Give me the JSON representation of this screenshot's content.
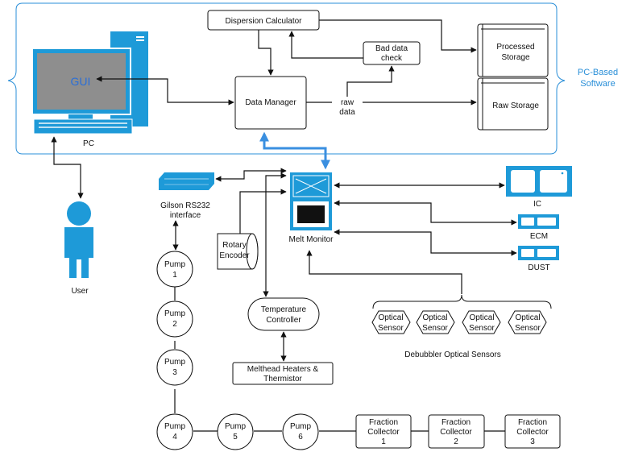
{
  "software_group": {
    "label_line1": "PC-Based",
    "label_line2": "Software"
  },
  "pc": {
    "screen_text": "GUI",
    "label": "PC"
  },
  "user": {
    "label": "User"
  },
  "dispersion_calculator": {
    "label": "Dispersion Calculator"
  },
  "bad_data_check": {
    "line1": "Bad data",
    "line2": "check"
  },
  "data_manager": {
    "label": "Data Manager"
  },
  "raw_data": {
    "line1": "raw",
    "line2": "data"
  },
  "processed_storage": {
    "line1": "Processed",
    "line2": "Storage"
  },
  "raw_storage": {
    "label": "Raw Storage"
  },
  "gilson": {
    "line1": "Gilson RS232",
    "line2": "interface"
  },
  "rotary_encoder": {
    "line1": "Rotary",
    "line2": "Encoder"
  },
  "melt_monitor": {
    "label": "Melt Monitor"
  },
  "ic": {
    "label": "IC"
  },
  "ecm": {
    "label": "ECM"
  },
  "dust": {
    "label": "DUST"
  },
  "temperature_controller": {
    "line1": "Temperature",
    "line2": "Controller"
  },
  "melthead": {
    "line1": "Melthead Heaters &",
    "line2": "Thermistor"
  },
  "optical_sensors": {
    "caption": "Debubbler Optical Sensors",
    "items": [
      {
        "line1": "Optical",
        "line2": "Sensor"
      },
      {
        "line1": "Optical",
        "line2": "Sensor"
      },
      {
        "line1": "Optical",
        "line2": "Sensor"
      },
      {
        "line1": "Optical",
        "line2": "Sensor"
      }
    ]
  },
  "pumps": [
    {
      "line1": "Pump",
      "line2": "1"
    },
    {
      "line1": "Pump",
      "line2": "2"
    },
    {
      "line1": "Pump",
      "line2": "3"
    },
    {
      "line1": "Pump",
      "line2": "4"
    },
    {
      "line1": "Pump",
      "line2": "5"
    },
    {
      "line1": "Pump",
      "line2": "6"
    }
  ],
  "fraction_collectors": [
    {
      "line1": "Fraction",
      "line2": "Collector",
      "line3": "1"
    },
    {
      "line1": "Fraction",
      "line2": "Collector",
      "line3": "2"
    },
    {
      "line1": "Fraction",
      "line2": "Collector",
      "line3": "3"
    }
  ],
  "colors": {
    "accent": "#2a8fd8",
    "device": "#1e9ad8",
    "blue_link": "#3a8fe0"
  }
}
